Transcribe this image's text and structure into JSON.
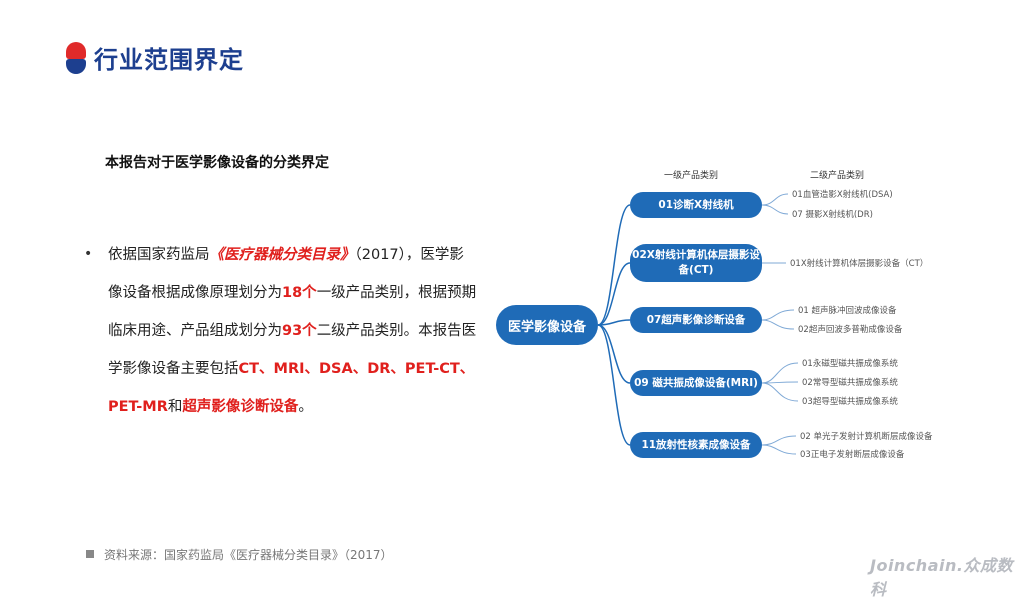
{
  "header": {
    "title": "行业范围界定"
  },
  "subtitle": "本报告对于医学影像设备的分类界定",
  "paragraph": {
    "bullet": "•",
    "p1": "依据国家药监局",
    "book": "《医疗器械分类目录》",
    "p2": "（2017），医学影像设备根据成像原理划分为",
    "n18": "18个",
    "p3": "一级产品类别，根据预期临床用途、产品组成划分为",
    "n93": "93个",
    "p4": "二级产品类别。本报告医学影像设备主要包括",
    "items1": "CT、MRI、DSA、DR、PET-CT、PET-MR",
    "and": "和",
    "items2": "超声影像诊断设备",
    "end": "。"
  },
  "diagram": {
    "header_level1": "一级产品类别",
    "header_level2": "二级产品类别",
    "root": "医学影像设备",
    "level1": [
      {
        "label": "01诊断X射线机",
        "children": [
          "01血管造影X射线机(DSA)",
          "07 摄影X射线机(DR)"
        ]
      },
      {
        "label": "02X射线计算机体层摄影设备(CT)",
        "children": [
          "01X射线计算机体层摄影设备（CT）"
        ]
      },
      {
        "label": "07超声影像诊断设备",
        "children": [
          "01 超声脉冲回波成像设备",
          "02超声回波多普勒成像设备"
        ]
      },
      {
        "label": "09 磁共振成像设备(MRI)",
        "children": [
          "01永磁型磁共振成像系统",
          "02常导型磁共振成像系统",
          "03超导型磁共振成像系统"
        ]
      },
      {
        "label": "11放射性核素成像设备",
        "children": [
          "02 单光子发射计算机断层成像设备",
          "03正电子发射断层成像设备"
        ]
      }
    ]
  },
  "source": "资料来源：国家药监局《医疗器械分类目录》（2017）",
  "watermark": "Joinchain.众成数科",
  "colors": {
    "brand_blue": "#1d3f8f",
    "node_blue": "#1f6bb7",
    "accent_red": "#e0201d"
  }
}
